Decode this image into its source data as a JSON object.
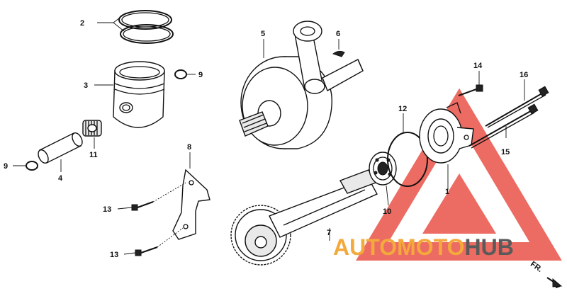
{
  "diagram": {
    "callouts": [
      {
        "id": "c2",
        "text": "2"
      },
      {
        "id": "c3",
        "text": "3"
      },
      {
        "id": "c9a",
        "text": "9"
      },
      {
        "id": "c9b",
        "text": "9"
      },
      {
        "id": "c4",
        "text": "4"
      },
      {
        "id": "c11",
        "text": "11"
      },
      {
        "id": "c8",
        "text": "8"
      },
      {
        "id": "c13a",
        "text": "13"
      },
      {
        "id": "c13b",
        "text": "13"
      },
      {
        "id": "c5",
        "text": "5"
      },
      {
        "id": "c6",
        "text": "6"
      },
      {
        "id": "c7",
        "text": "7"
      },
      {
        "id": "c12",
        "text": "12"
      },
      {
        "id": "c10",
        "text": "10"
      },
      {
        "id": "c1",
        "text": "1"
      },
      {
        "id": "c14",
        "text": "14"
      },
      {
        "id": "c16",
        "text": "16"
      },
      {
        "id": "c15",
        "text": "15"
      }
    ],
    "direction_label": "FR.",
    "watermark": {
      "text_part1": "AUTOMOTO",
      "text_part2": "HUB",
      "color_part1": "#f3a93c",
      "color_part2": "#5a5a5a",
      "triangle_color": "#e63a2e"
    }
  }
}
